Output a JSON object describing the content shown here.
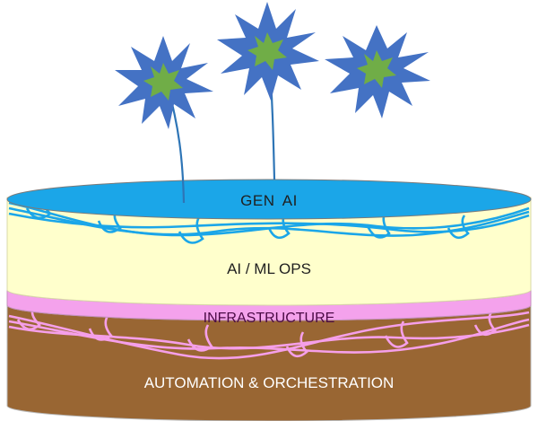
{
  "layers": [
    {
      "id": "gen-ai",
      "label": "GEN  AI",
      "color": "#1ba6e8"
    },
    {
      "id": "ai-ml",
      "label": "AI / ML OPS",
      "color": "#ffffcc"
    },
    {
      "id": "infra",
      "label": "INFRASTRUCTURE",
      "color": "#f4a2ec"
    },
    {
      "id": "auto",
      "label": "AUTOMATION & ORCHESTRATION",
      "color": "#996633"
    }
  ],
  "colors": {
    "flower_petals": "#4472c4",
    "flower_center": "#70ad47",
    "stem": "#2e75b6",
    "vine_blue": "#1ba6e8",
    "vine_pink": "#f59fe9"
  },
  "flower_count": 3
}
